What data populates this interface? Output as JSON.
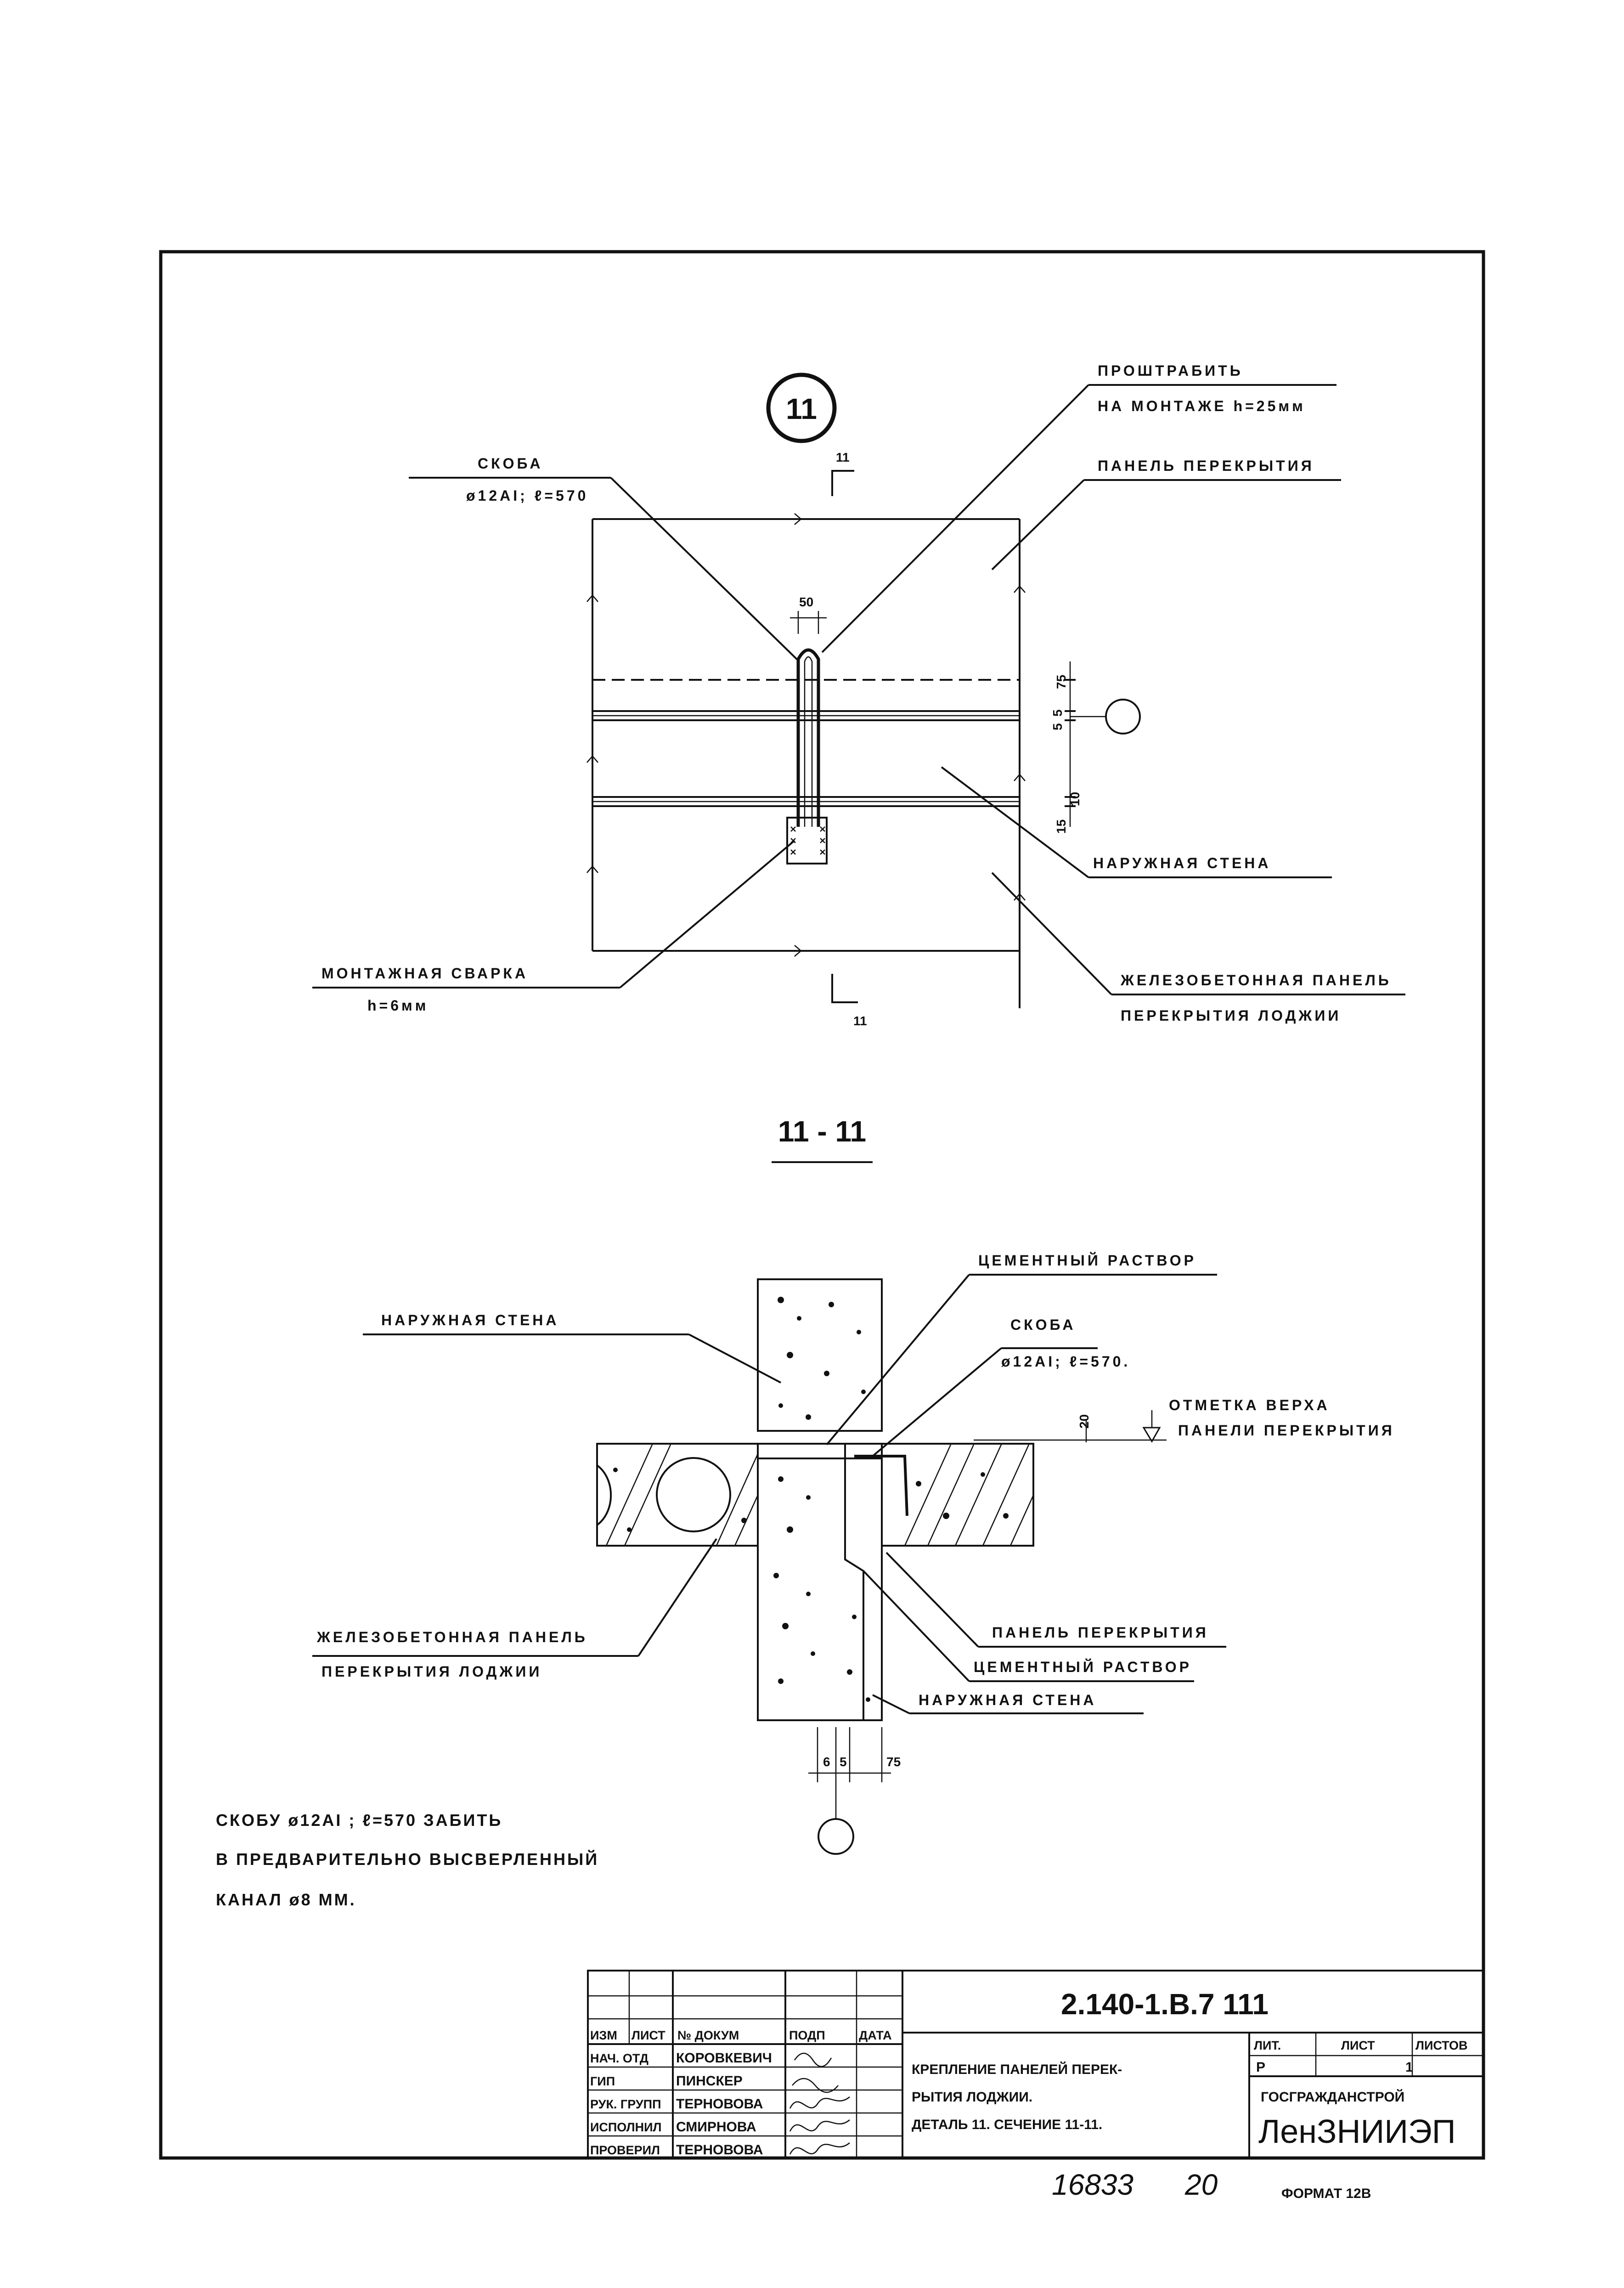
{
  "plan": {
    "marker_number": "11",
    "section_mark": "11",
    "labels": {
      "grout_1": "ПРОШТРАБИТЬ",
      "grout_2": "НА МОНТАЖЕ h=25мм",
      "bracket_1": "СКОБА",
      "bracket_2": "ø12AI; ℓ=570",
      "floor_panel": "ПАНЕЛЬ ПЕРЕКРЫТИЯ",
      "outer_wall": "НАРУЖНАЯ СТЕНА",
      "weld_1": "МОНТАЖНАЯ СВАРКА",
      "weld_2": "h=6мм",
      "rc_panel_1": "ЖЕЛЕЗОБЕТОННАЯ ПАНЕЛЬ",
      "rc_panel_2": "ПЕРЕКРЫТИЯ ЛОДЖИИ"
    },
    "dims": {
      "d50": "50",
      "d75": "75",
      "d5a": "5",
      "d5b": "5",
      "d10": "10",
      "d15": "15"
    }
  },
  "section": {
    "title": "11 - 11",
    "labels": {
      "cement_top": "ЦЕМЕНТНЫЙ РАСТВОР",
      "outer_wall_top": "НАРУЖНАЯ СТЕНА",
      "bracket_1": "СКОБА",
      "bracket_2": "ø12AI; ℓ=570.",
      "elev_1": "ОТМЕТКА ВЕРХА",
      "elev_2": "ПАНЕЛИ ПЕРЕКРЫТИЯ",
      "rc_panel_1": "ЖЕЛЕЗОБЕТОННАЯ ПАНЕЛЬ",
      "rc_panel_2": "ПЕРЕКРЫТИЯ ЛОДЖИИ",
      "floor_panel": "ПАНЕЛЬ ПЕРЕКРЫТИЯ",
      "cement_bottom": "ЦЕМЕНТНЫЙ РАСТВОР",
      "outer_wall_bottom": "НАРУЖНАЯ СТЕНА"
    },
    "dims": {
      "d20": "20",
      "d6": "6",
      "d5": "5",
      "d75": "75"
    }
  },
  "note": {
    "line1": "СКОБУ ø12AI ; ℓ=570 ЗАБИТЬ",
    "line2": "В ПРЕДВАРИТЕЛЬНО ВЫСВЕРЛЕННЫЙ",
    "line3": "КАНАЛ ø8 ММ."
  },
  "title_block": {
    "doc_code": "2.140-1.В.7 111",
    "headers": [
      "ИЗМ",
      "ЛИСТ",
      "№ ДОКУМ",
      "ПОДП",
      "ДАТА"
    ],
    "rows": [
      {
        "role": "НАЧ. ОТД",
        "name": "КОРОВКЕВИЧ"
      },
      {
        "role": "ГИП",
        "name": "ПИНСКЕР"
      },
      {
        "role": "РУК. ГРУПП",
        "name": "ТЕРНОВОВА"
      },
      {
        "role": "ИСПОЛНИЛ",
        "name": "СМИРНОВА"
      },
      {
        "role": "ПРОВЕРИЛ",
        "name": "ТЕРНОВОВА"
      }
    ],
    "description": [
      "КРЕПЛЕНИЕ ПАНЕЛЕЙ ПЕРЕК-",
      "РЫТИЯ ЛОДЖИИ.",
      "ДЕТАЛЬ 11. СЕЧЕНИЕ 11-11."
    ],
    "stage_headers": [
      "ЛИТ.",
      "ЛИСТ",
      "ЛИСТОВ"
    ],
    "stage": "Р",
    "sheets": "1",
    "org_1": "ГОСГРАЖДАНСТРОЙ",
    "org_2": "ЛенЗНИИЭП"
  },
  "footer": {
    "archive_number": "16833",
    "sheet_number": "20",
    "format": "ФОРМАТ 12В"
  }
}
